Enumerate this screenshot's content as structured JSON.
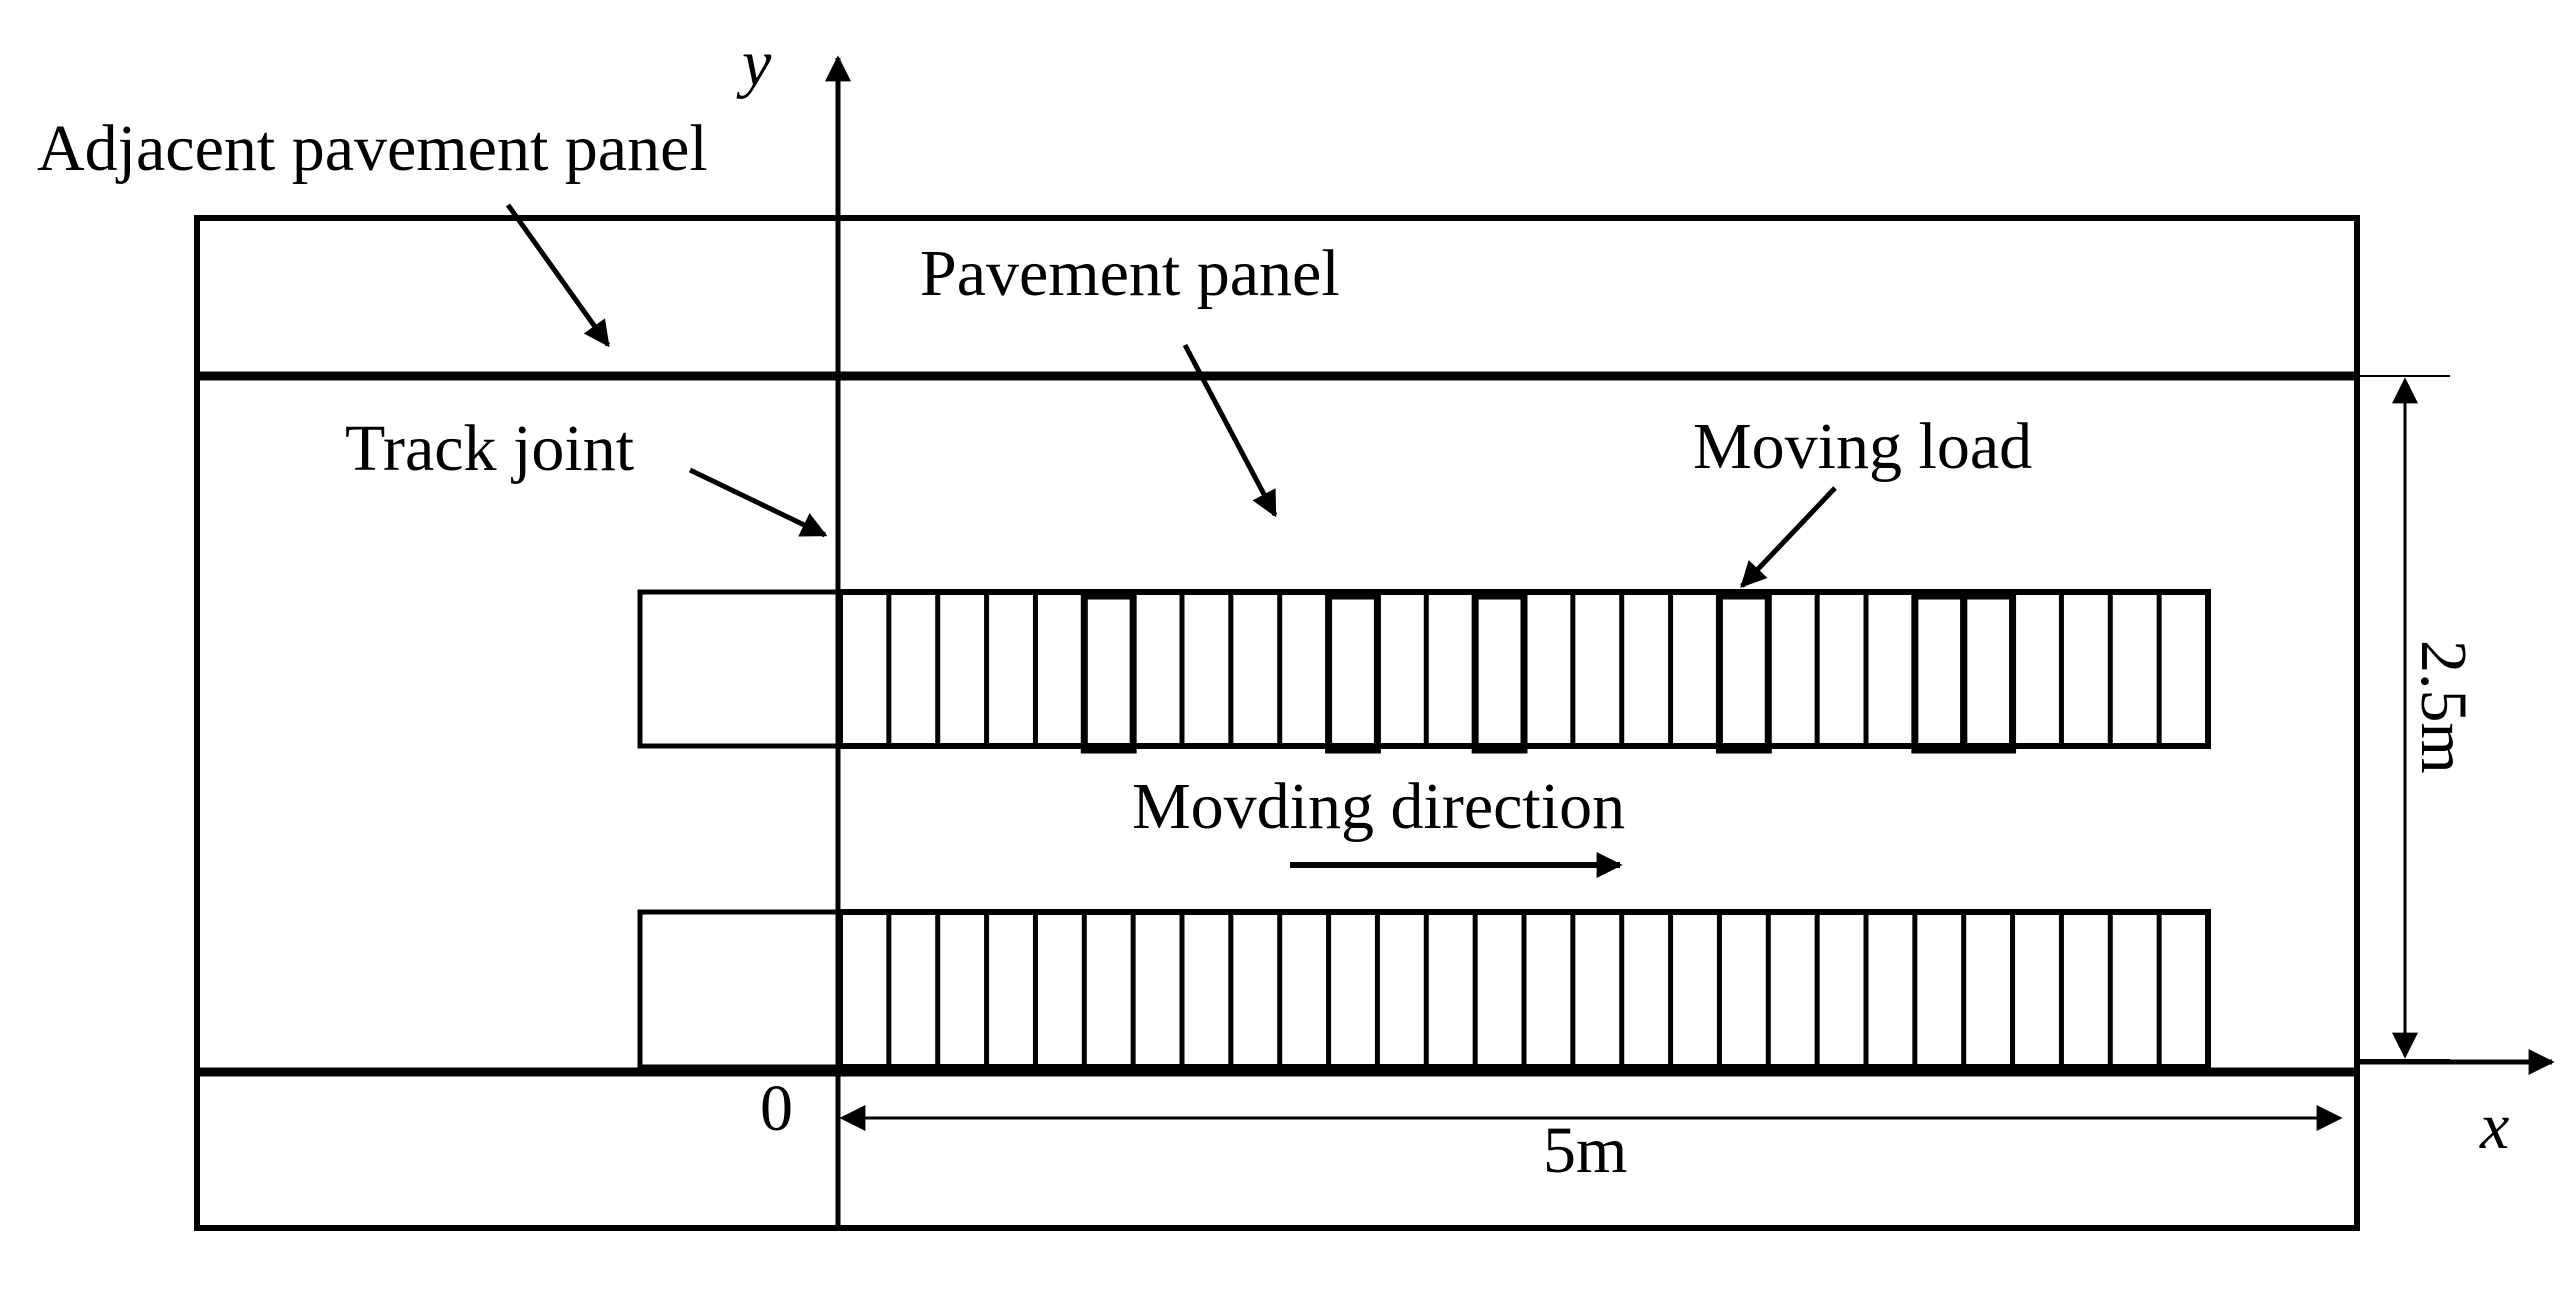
{
  "labels": {
    "adjacent_panel": "Adjacent pavement panel",
    "pavement_panel": "Pavement panel",
    "track_joint": "Track joint",
    "moving_load": "Moving load",
    "moving_direction": "Movding direction",
    "origin": "0",
    "x_axis": "x",
    "y_axis": "y",
    "width_dim": "5m",
    "height_dim": "2.5m"
  },
  "colors": {
    "stroke": "#000000",
    "background": "#ffffff"
  }
}
